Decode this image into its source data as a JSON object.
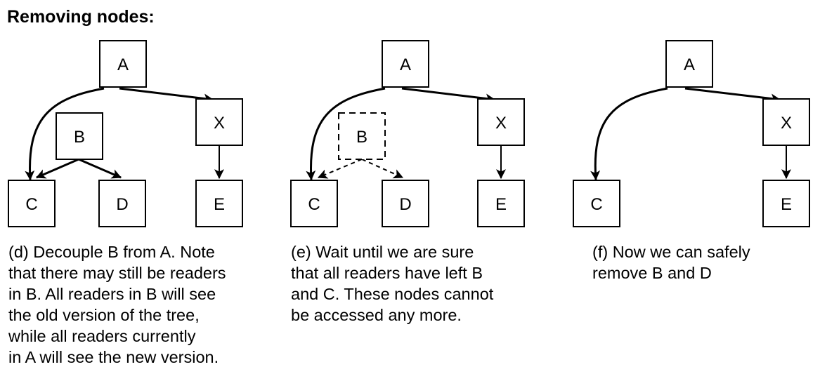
{
  "title": "Removing nodes:",
  "panels": [
    {
      "id": "d",
      "nodes": {
        "A": "A",
        "B": "B",
        "C": "C",
        "D": "D",
        "X": "X",
        "E": "E"
      },
      "caption": [
        "(d) Decouple B from A. Note",
        "that there may still be readers",
        "in B. All readers in B will see",
        "the old version of the tree,",
        "while all readers currently",
        "in A will see the new version."
      ]
    },
    {
      "id": "e",
      "nodes": {
        "A": "A",
        "B": "B",
        "C": "C",
        "D": "D",
        "X": "X",
        "E": "E"
      },
      "caption": [
        "(e) Wait until we are sure",
        "that all readers have left B",
        "and C. These nodes cannot",
        "be accessed any more."
      ]
    },
    {
      "id": "f",
      "nodes": {
        "A": "A",
        "C": "C",
        "X": "X",
        "E": "E"
      },
      "caption": [
        "(f) Now we can safely",
        "remove B and D"
      ]
    }
  ]
}
